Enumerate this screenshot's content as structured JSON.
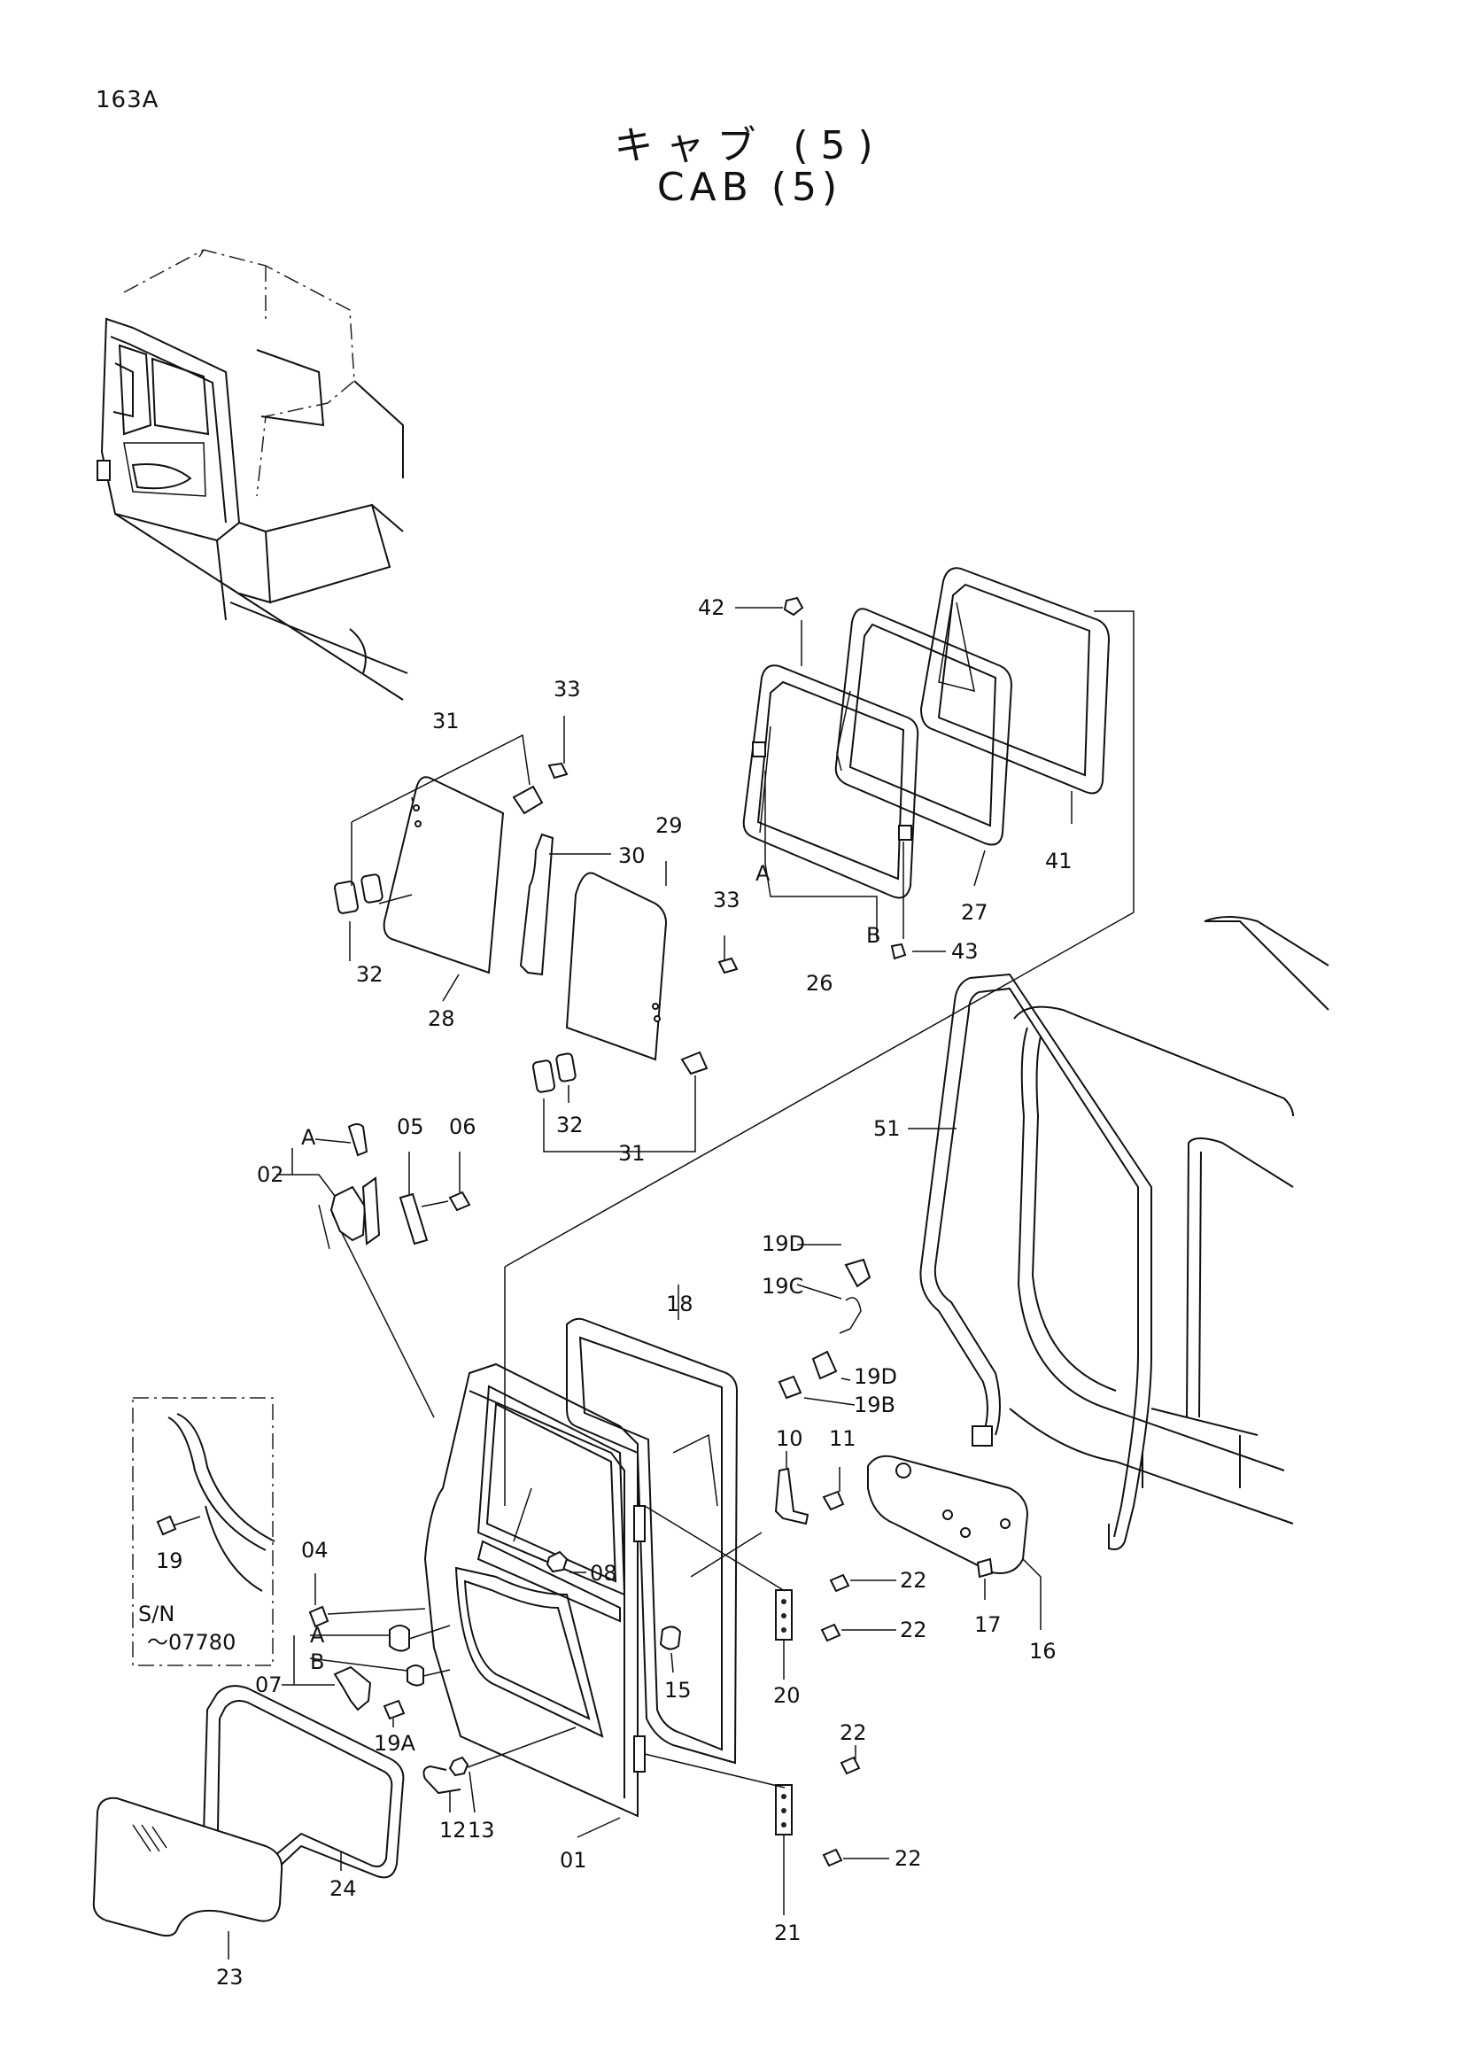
{
  "header": {
    "page_code": "163A",
    "title_jp": "キャブ (5)",
    "title_en": "CAB (5)"
  },
  "callouts": {
    "p42": "42",
    "p33a": "33",
    "p31a": "31",
    "p30": "30",
    "p29": "29",
    "p32a": "32",
    "p28": "28",
    "p33b": "33",
    "p32b": "32",
    "p31b": "31",
    "p41": "41",
    "p27": "27",
    "pA1": "A",
    "pB1": "B",
    "p26": "26",
    "p43": "43",
    "p51": "51",
    "pA2": "A",
    "p02": "02",
    "p05": "05",
    "p06": "06",
    "p18": "18",
    "p19D1": "19D",
    "p19C": "19C",
    "p19D2": "19D",
    "p19B": "19B",
    "p10": "10",
    "p11": "11",
    "p16": "16",
    "p17": "17",
    "p22a": "22",
    "p22b": "22",
    "p20": "20",
    "p04": "04",
    "p08": "08",
    "pA3": "A",
    "pB3": "B",
    "p07": "07",
    "p15": "15",
    "p19A": "19A",
    "p19": "19",
    "p12": "12",
    "p13": "13",
    "p01": "01",
    "p22c": "22",
    "p22d": "22",
    "p21": "21",
    "p24": "24",
    "p23": "23"
  },
  "inset": {
    "sn_label": "S/N",
    "sn_value": "～07780"
  }
}
